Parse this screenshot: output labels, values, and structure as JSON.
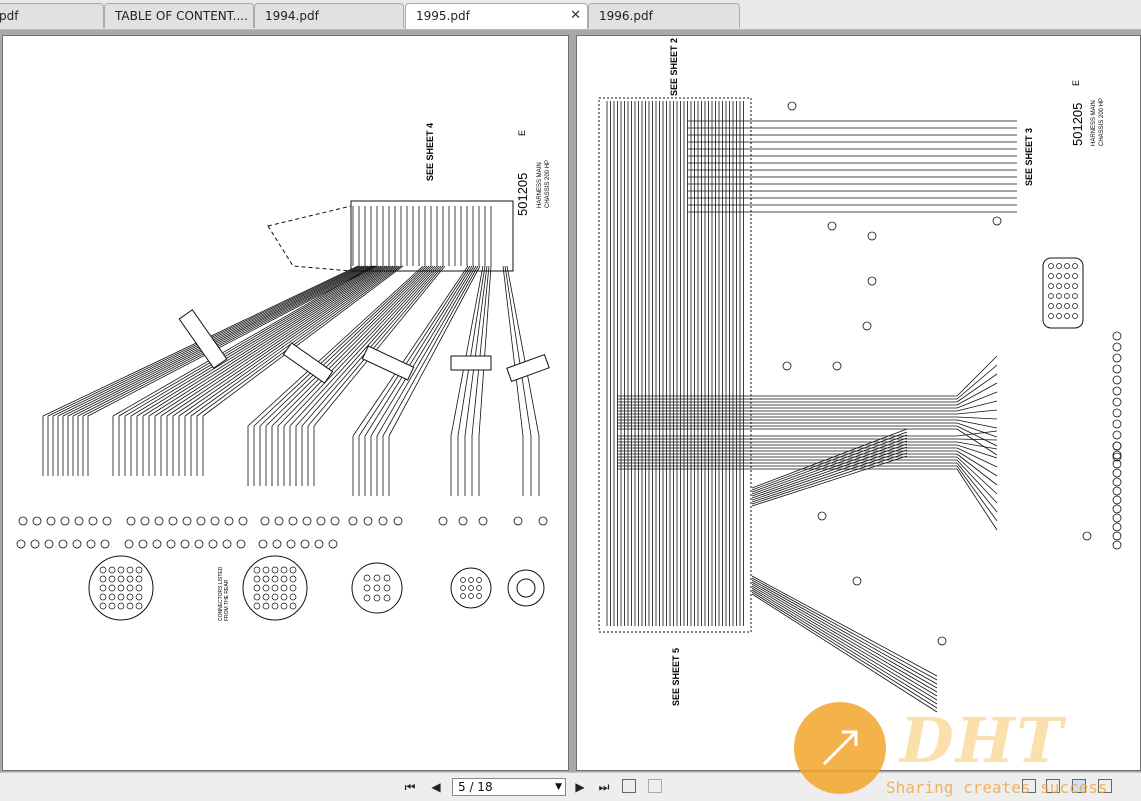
{
  "tabs": [
    {
      "label": "pdf",
      "active": false
    },
    {
      "label": "TABLE OF CONTENT....",
      "active": false
    },
    {
      "label": "1994.pdf",
      "active": false
    },
    {
      "label": "1995.pdf",
      "active": true
    },
    {
      "label": "1996.pdf",
      "active": false
    }
  ],
  "left_page": {
    "part_number": "501205",
    "revision": "E",
    "title_line1": "HARNESS MAIN",
    "title_line2": "CHASSIS 200 HP",
    "sheet_ref": "SEE SHEET 4",
    "connector_note_1": "CONNECTORS LISTED",
    "connector_note_2": "FROM THE REAR"
  },
  "right_page": {
    "part_number": "501205",
    "revision": "E",
    "title_line1": "HARNESS MAIN",
    "title_line2": "CHASSIS 200 HP",
    "sheet_ref_top": "SEE SHEET 2",
    "sheet_ref_right": "SEE SHEET 3",
    "sheet_ref_bottom": "SEE SHEET 5"
  },
  "pager": {
    "page_display": "5 / 18"
  },
  "watermark": {
    "logo_text": "DHT",
    "tagline": "Sharing creates success"
  },
  "icons": {
    "first": "first-page-icon",
    "prev": "previous-page-icon",
    "next": "next-page-icon",
    "last": "last-page-icon"
  }
}
